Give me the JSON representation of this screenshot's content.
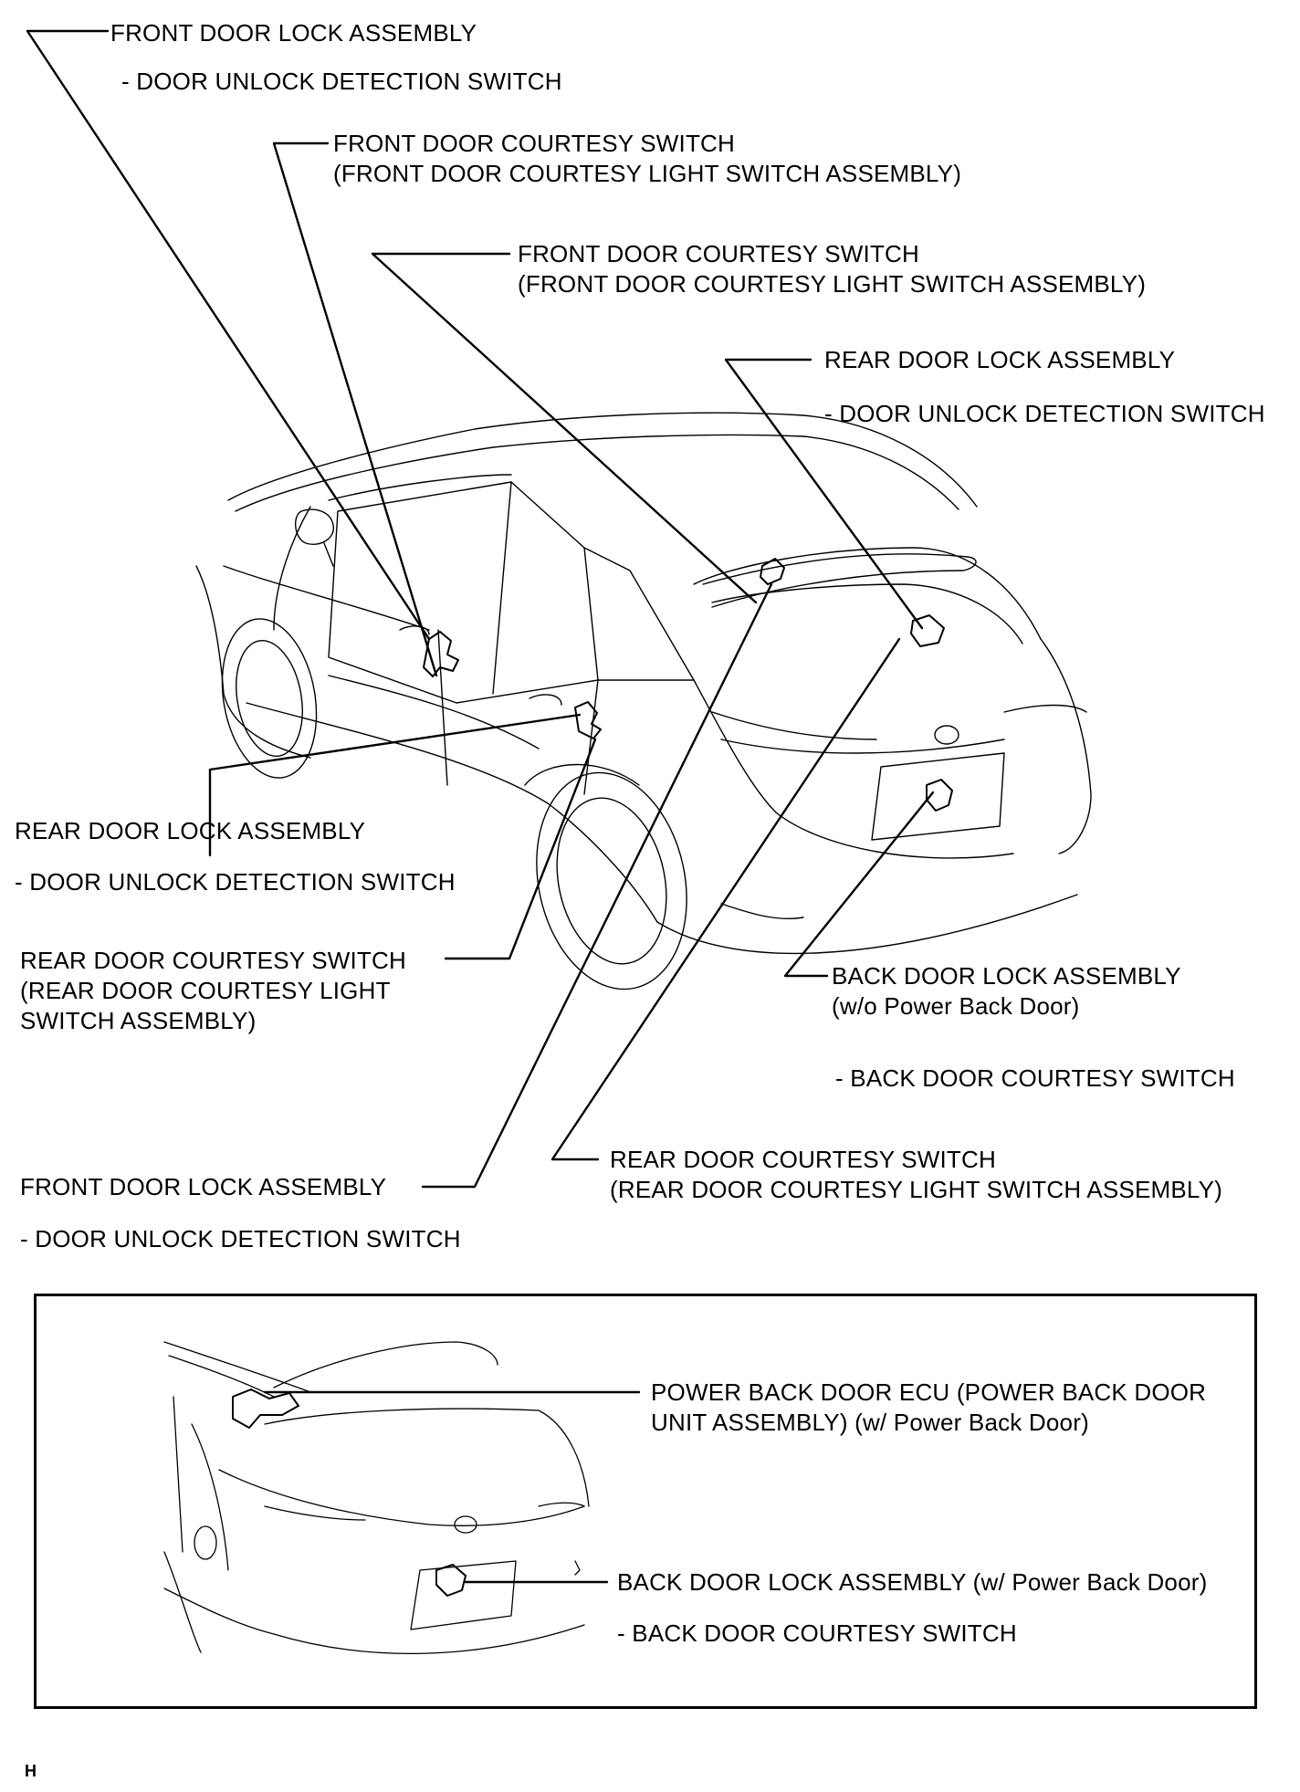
{
  "labels": {
    "front_door_lock_top": {
      "title": "FRONT DOOR LOCK ASSEMBLY",
      "sub": "- DOOR UNLOCK DETECTION SWITCH"
    },
    "front_courtesy_1": {
      "line1": "FRONT DOOR COURTESY SWITCH",
      "line2": "(FRONT DOOR COURTESY LIGHT SWITCH ASSEMBLY)"
    },
    "front_courtesy_2": {
      "line1": "FRONT DOOR COURTESY SWITCH",
      "line2": "(FRONT DOOR COURTESY LIGHT SWITCH ASSEMBLY)"
    },
    "rear_door_lock_right": {
      "title": "REAR DOOR LOCK ASSEMBLY",
      "sub": "- DOOR UNLOCK DETECTION SWITCH"
    },
    "rear_door_lock_left": {
      "title": "REAR DOOR LOCK ASSEMBLY",
      "sub": "- DOOR UNLOCK DETECTION SWITCH"
    },
    "rear_courtesy_left": {
      "line1": "REAR DOOR COURTESY SWITCH",
      "line2": "(REAR DOOR COURTESY LIGHT",
      "line3": "SWITCH ASSEMBLY)"
    },
    "back_door_lock_wo": {
      "line1": "BACK DOOR LOCK ASSEMBLY",
      "line2": "(w/o Power Back Door)",
      "sub": "- BACK DOOR COURTESY SWITCH"
    },
    "rear_courtesy_right": {
      "line1": "REAR DOOR COURTESY SWITCH",
      "line2": "(REAR DOOR COURTESY LIGHT SWITCH ASSEMBLY)"
    },
    "front_door_lock_bottom": {
      "title": "FRONT DOOR LOCK ASSEMBLY",
      "sub": "- DOOR UNLOCK DETECTION SWITCH"
    }
  },
  "inset": {
    "power_back_door_ecu": {
      "line1": "POWER BACK DOOR ECU (POWER BACK DOOR",
      "line2": "UNIT ASSEMBLY) (w/ Power Back Door)"
    },
    "back_door_lock_w": {
      "title": "BACK DOOR LOCK ASSEMBLY (w/ Power Back Door)",
      "sub": "-  BACK DOOR COURTESY SWITCH"
    }
  },
  "figure_id": "H"
}
